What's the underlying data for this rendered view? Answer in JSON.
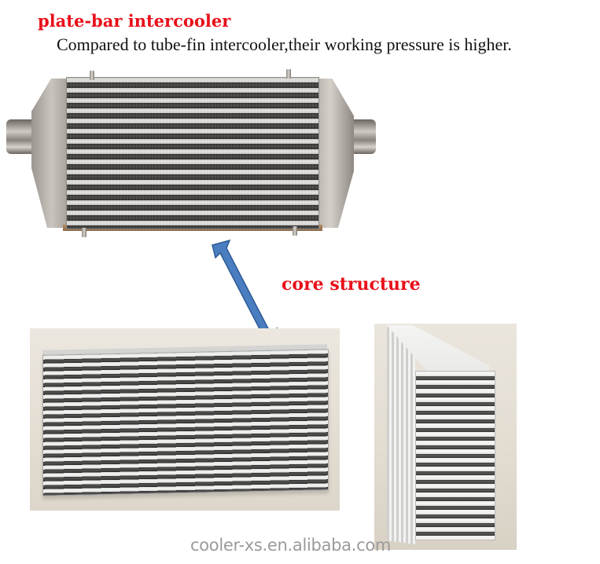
{
  "header": {
    "title": "plate-bar intercooler",
    "subtitle": "Compared to tube-fin intercooler,their working pressure is higher."
  },
  "annotations": {
    "core_label": "core structure",
    "arrow": "double-headed-arrow",
    "arrow_color": "#4a7ec1",
    "label_color": "#e8101a"
  },
  "images": [
    {
      "name": "assembled-intercooler-photo",
      "description": "plate-bar intercooler with end tanks and inlet/outlet pipes"
    },
    {
      "name": "flat-core-photo",
      "description": "bare plate-bar core, front view"
    },
    {
      "name": "side-core-photo",
      "description": "bare plate-bar core, angled side view"
    }
  ],
  "watermark": "cooler-xs.en.alibaba.com"
}
